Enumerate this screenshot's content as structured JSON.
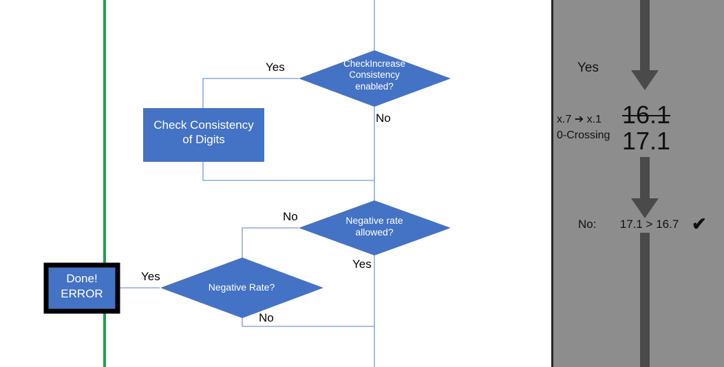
{
  "colors": {
    "shape_fill": "#4472C4",
    "shape_text": "#FFFFFF",
    "connector": "#8FAADC",
    "green_line": "#17A34A",
    "panel_bg": "#8D8D8D",
    "panel_border": "#262626",
    "arrow_gray": "#4A4A4A",
    "label_text": "#000000"
  },
  "flowchart": {
    "nodes": {
      "check_increase_consistency": {
        "type": "decision",
        "label": "CheckIncrease\nConsistency\nenabled?"
      },
      "check_consistency_of_digits": {
        "type": "process",
        "label": "Check Consistency\nof Digits"
      },
      "negative_rate_allowed": {
        "type": "decision",
        "label": "Negative rate\nallowed?"
      },
      "negative_rate": {
        "type": "decision",
        "label": "Negative Rate?"
      },
      "done_error": {
        "type": "terminator",
        "label": "Done!\nERROR"
      }
    },
    "edge_labels": {
      "check_increase_yes": "Yes",
      "check_increase_no": "No",
      "negative_rate_allowed_no": "No",
      "negative_rate_allowed_yes": "Yes",
      "negative_rate_yes_to_done": "Yes",
      "negative_rate_no": "No"
    }
  },
  "right_panel": {
    "yes_label": "Yes",
    "rule_lines": [
      "x.7 ➔ x.1",
      "0-Crossing"
    ],
    "value_old": "16.1",
    "value_new": "17.1",
    "no_label": "No:",
    "comparison": "17.1 > 16.7",
    "check_glyph": "✔"
  }
}
